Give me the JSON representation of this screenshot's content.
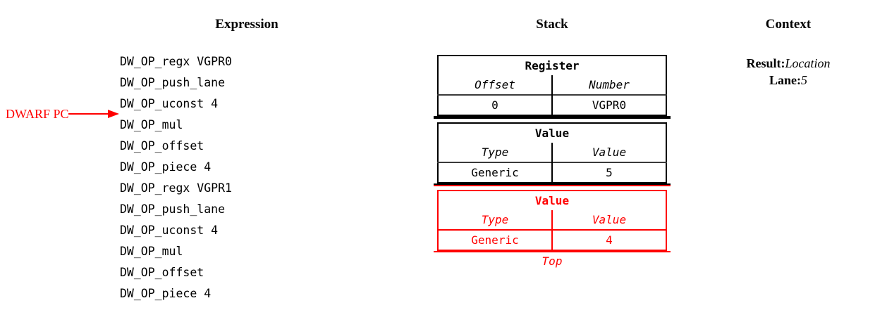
{
  "headings": {
    "expression": "Expression",
    "stack": "Stack",
    "context": "Context"
  },
  "colors": {
    "text": "#000000",
    "highlight": "#ff0000",
    "background": "#ffffff"
  },
  "expression": {
    "lines": [
      "DW_OP_regx VGPR0",
      "DW_OP_push_lane",
      "DW_OP_uconst 4",
      "DW_OP_mul",
      "DW_OP_offset",
      "DW_OP_piece 4",
      "DW_OP_regx VGPR1",
      "DW_OP_push_lane",
      "DW_OP_uconst 4",
      "DW_OP_mul",
      "DW_OP_offset",
      "DW_OP_piece 4"
    ]
  },
  "pc_marker": {
    "label": "DWARF PC",
    "icon": "arrow-right-icon",
    "points_to_line_index": 3
  },
  "stack": {
    "top_label": "Top",
    "frames": [
      {
        "title": "Register",
        "headers": [
          "Offset",
          "Number"
        ],
        "cells": [
          "0",
          "VGPR0"
        ],
        "highlighted": false
      },
      {
        "title": "Value",
        "headers": [
          "Type",
          "Value"
        ],
        "cells": [
          "Generic",
          "5"
        ],
        "highlighted": false
      },
      {
        "title": "Value",
        "headers": [
          "Type",
          "Value"
        ],
        "cells": [
          "Generic",
          "4"
        ],
        "highlighted": true
      }
    ]
  },
  "context": {
    "entries": [
      {
        "key": "Result:",
        "value": "Location"
      },
      {
        "key": "Lane:",
        "value": "5"
      }
    ]
  }
}
